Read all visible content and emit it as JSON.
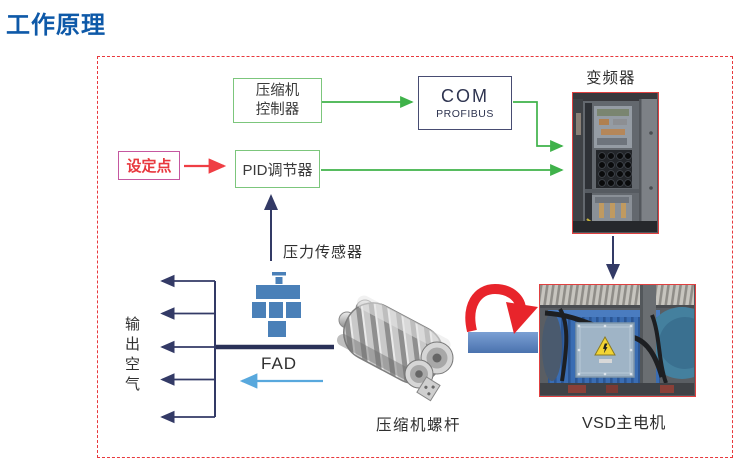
{
  "title": "工作原理",
  "nodes": {
    "controller": {
      "line1": "压缩机",
      "line2": "控制器"
    },
    "com": {
      "line1": "COM",
      "line2": "PROFIBUS"
    },
    "setpoint": {
      "label": "设定点"
    },
    "pid": {
      "label": "PID调节器"
    }
  },
  "labels": {
    "vfd": "变频器",
    "pressure_sensor": "压力传感器",
    "output_air": "输出空气",
    "fad": "FAD",
    "screw": "压缩机螺杆",
    "motor": "VSD主电机"
  },
  "colors": {
    "title": "#0e59a8",
    "green_arrow": "#3fb24a",
    "node_green_border": "#7cc67c",
    "navy": "#333a66",
    "red_arrow": "#ef3e44",
    "setpoint_border": "#c557a0",
    "setpoint_text": "#e8383e",
    "sensor_blue": "#4a80b8",
    "fad_blue": "#58a8dd",
    "coupling_blue": "#5b84c4",
    "frame_dashed_red": "#e8393d",
    "photo_border_red": "#e04040",
    "rotation_arrow_red": "#e8242b"
  }
}
